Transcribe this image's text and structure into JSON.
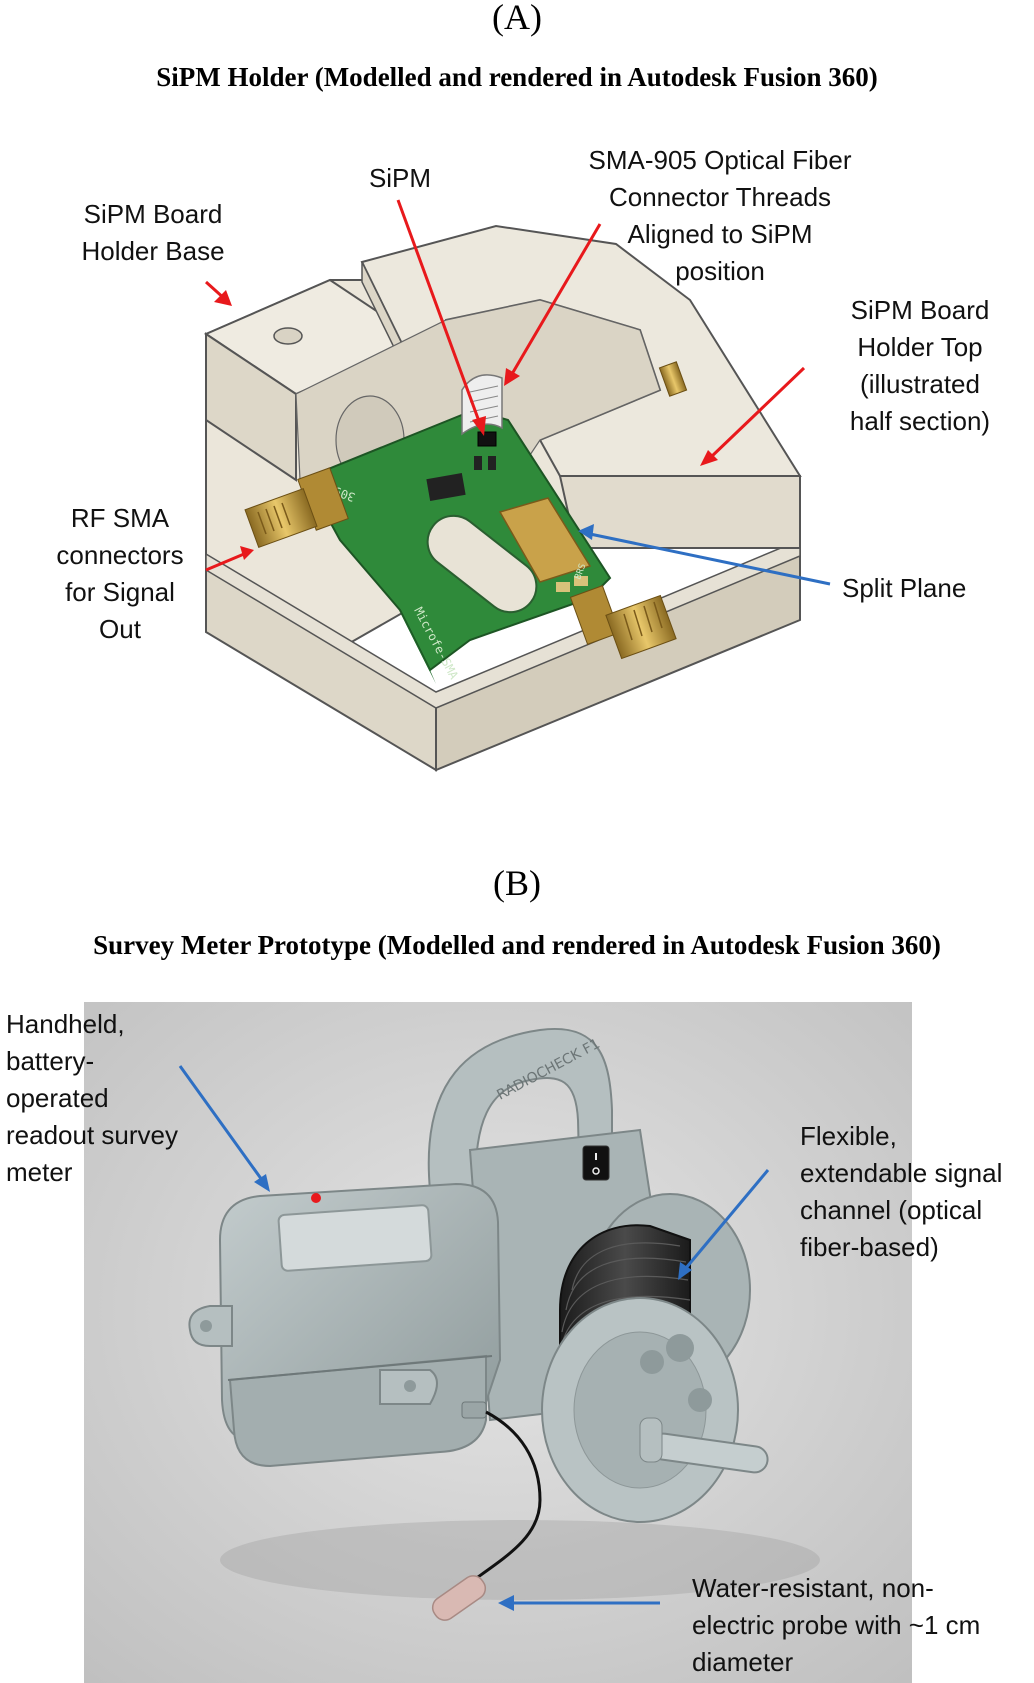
{
  "panel_a": {
    "letter": "(A)",
    "title": "SiPM Holder (Modelled and rendered in Autodesk Fusion 360)",
    "pcb_text_1": "Microfe-SMA",
    "pcb_text_2": "3094",
    "pcb_text_3": "BRS",
    "callouts": {
      "sipm": "SiPM",
      "sma905": [
        "SMA-905 Optical Fiber",
        "Connector Threads",
        "Aligned to SiPM",
        "position"
      ],
      "base": [
        "SiPM Board",
        "Holder Base"
      ],
      "top": [
        "SiPM Board",
        "Holder Top",
        "(illustrated",
        "half section)"
      ],
      "rf": [
        "RF SMA",
        "connectors",
        "for Signal",
        "Out"
      ],
      "split": "Split Plane"
    }
  },
  "panel_b": {
    "letter": "(B)",
    "title": "Survey Meter Prototype (Modelled and rendered in Autodesk Fusion 360)",
    "device_label": "RADIOCHECK F1",
    "callouts": {
      "handheld": [
        "Handheld,",
        "battery-",
        "operated",
        "readout survey",
        "meter"
      ],
      "flexible": [
        "Flexible,",
        "extendable signal",
        "channel (optical",
        "fiber-based)"
      ],
      "probe": [
        "Water-resistant, non-",
        "electric probe  with ~1 cm",
        "diameter"
      ]
    }
  },
  "colors": {
    "red_arrow": "#e8191c",
    "blue_arrow": "#2e6fc3",
    "housing": "#e6e1d5",
    "pcb": "#2f8a3a",
    "brass": "#c9a24a",
    "meter_body": "#a9b4b5",
    "render_bg": "#c6c6c6"
  }
}
